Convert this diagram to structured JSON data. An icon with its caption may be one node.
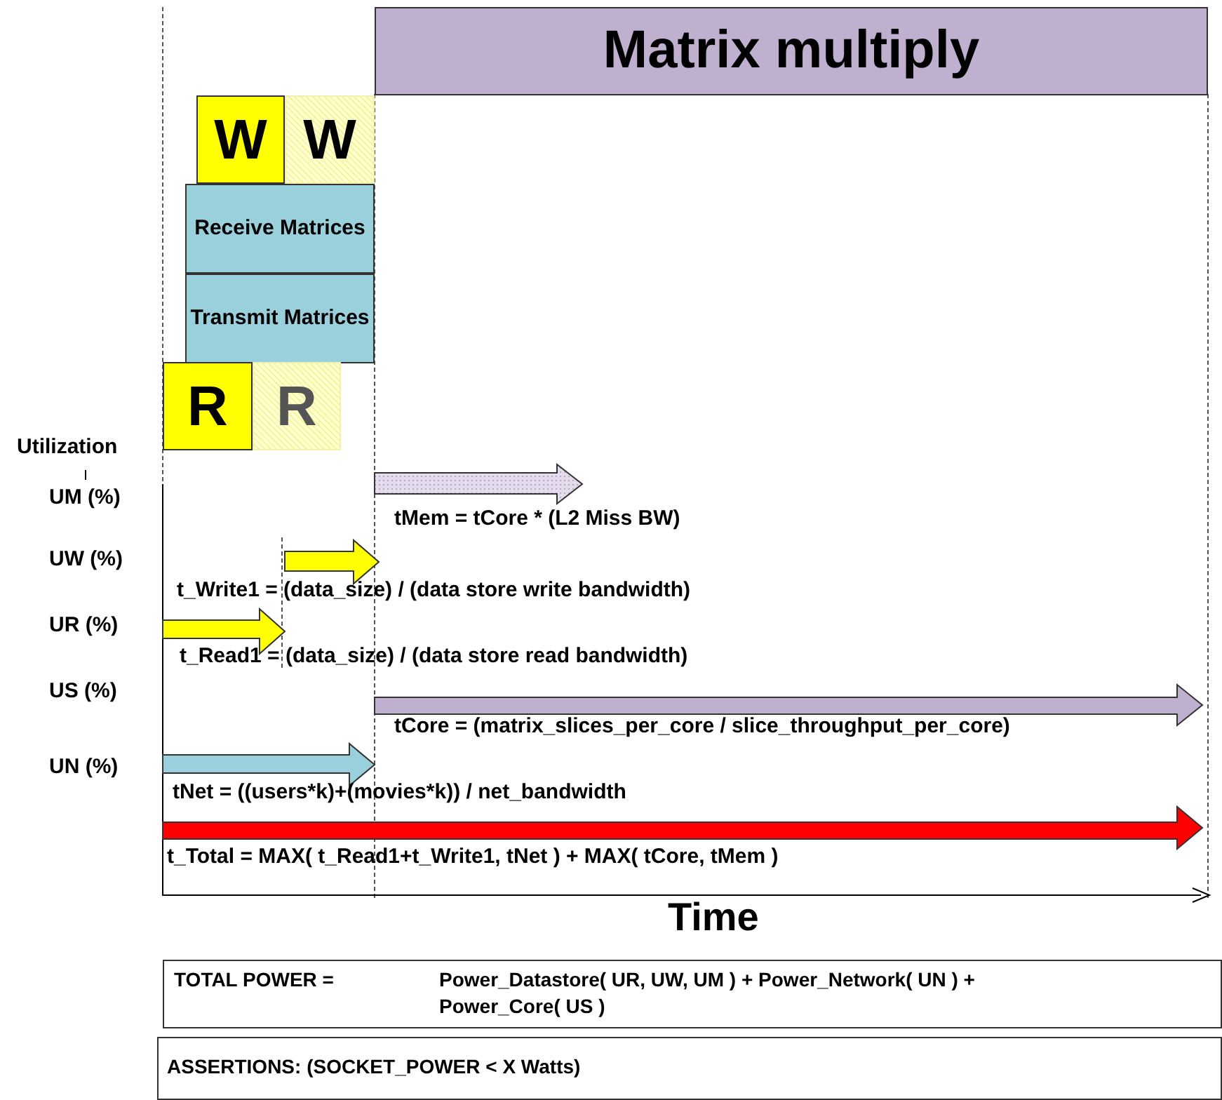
{
  "diagram": {
    "nodes": [
      {
        "text": [
          "Matrix multiply"
        ]
      },
      {
        "text": [
          "W"
        ]
      },
      {
        "text": [
          "W"
        ]
      },
      {
        "text": [
          "Receive Matrices"
        ]
      },
      {
        "text": [
          "Transmit Matrices"
        ]
      },
      {
        "text": [
          "R"
        ]
      },
      {
        "text": [
          "R"
        ]
      },
      {
        "text": [
          "TOTAL POWER =",
          "Power_Datastore( UR, UW, UM ) + Power_Network( UN ) + Power_Core( US )"
        ]
      },
      {
        "text": [
          "ASSERTIONS: (SOCKET_POWER < X Watts)"
        ]
      }
    ],
    "labels": [
      "Utilization",
      "UM (%)",
      "tMem = tCore * (L2 Miss BW)",
      "UW (%)",
      "t_Write1 = (data_size) / (data store write bandwidth)",
      "UR (%)",
      "t_Read1 = (data_size) / (data store read bandwidth)",
      "US (%)",
      "tCore = (matrix_slices_per_core / slice_throughput_per_core)",
      "UN (%)",
      "tNet = ((users*k)+(movies*k)) / net_bandwidth",
      "t_Total = MAX( t_Read1+t_Write1, tNet ) + MAX( tCore, tMem )",
      "Time"
    ]
  }
}
